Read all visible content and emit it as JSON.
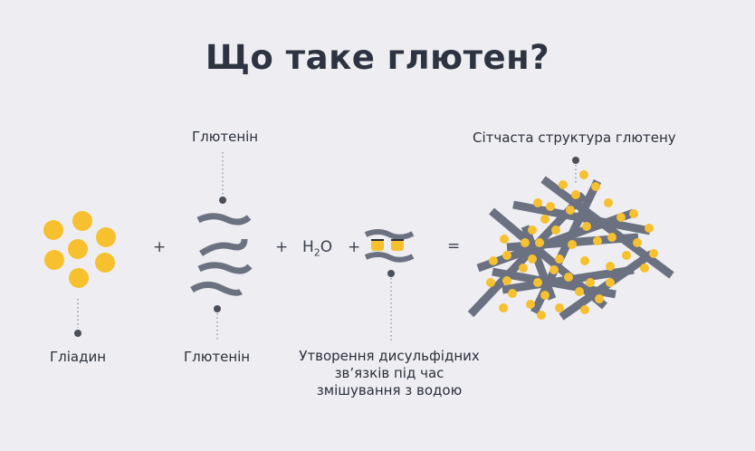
{
  "title": "Що таке глютен?",
  "labels": {
    "gliadin": "Гліадин",
    "glutenin_top": "Глютенін",
    "glutenin_bottom": "Глютенін",
    "network": "Сітчаста структура глютену",
    "disulfide": "Утворення дисульфідних зв’язків під час змішування з водою"
  },
  "operators": {
    "plus": "+",
    "equals": "="
  },
  "water": {
    "prefix": "H",
    "sub": "2",
    "suffix": "O"
  },
  "colors": {
    "background": "#eeeef2",
    "yellow": "#f6c02e",
    "strand": "#6b7180",
    "text": "#2b2f3a"
  }
}
